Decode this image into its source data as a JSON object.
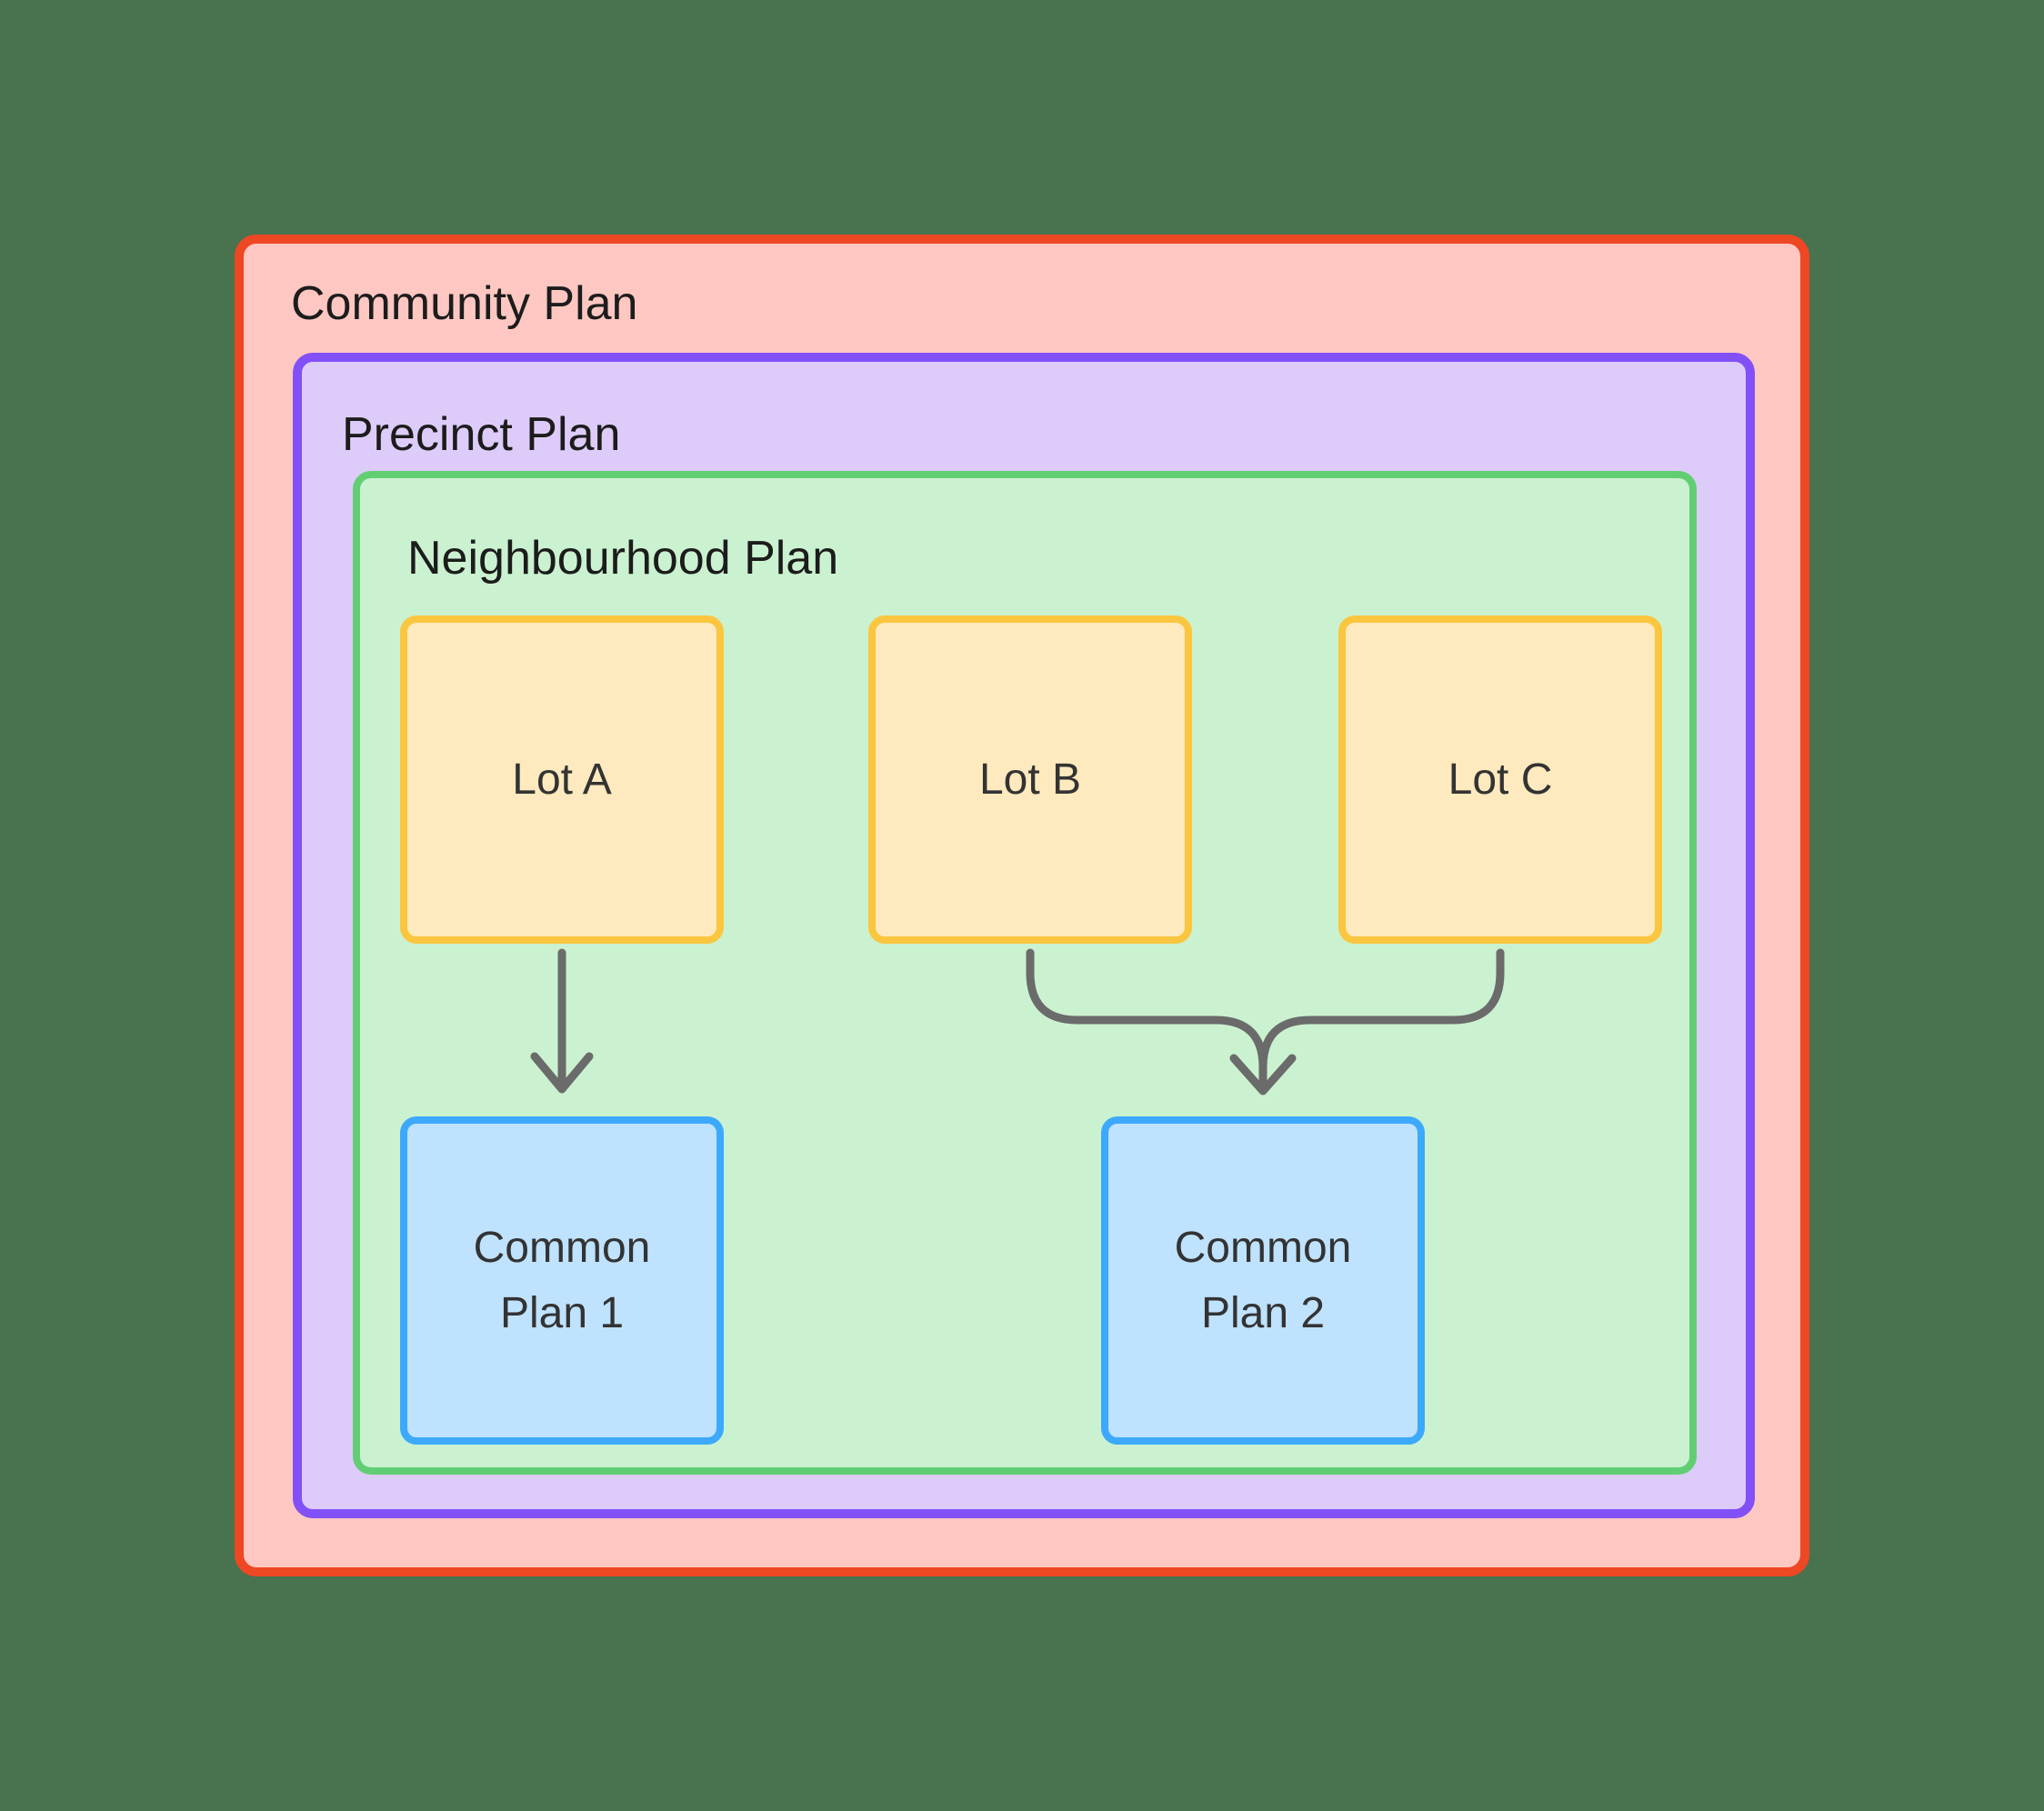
{
  "canvas": {
    "background": "#48734E"
  },
  "containers": {
    "community": {
      "label": "Community Plan",
      "fill": "#FFC7C2",
      "border": "#EE4723"
    },
    "precinct": {
      "label": "Precinct Plan",
      "fill": "#DDCCF9",
      "border": "#8250F7"
    },
    "neighbourhood": {
      "label": "Neighbourhood Plan",
      "fill": "#CBF2D0",
      "border": "#62CE74"
    }
  },
  "nodes": {
    "lot_a": {
      "label": "Lot A",
      "fill": "#FEEABE",
      "border": "#FBC63F"
    },
    "lot_b": {
      "label": "Lot B",
      "fill": "#FEEABE",
      "border": "#FBC63F"
    },
    "lot_c": {
      "label": "Lot C",
      "fill": "#FEEABE",
      "border": "#FBC63F"
    },
    "common_plan_1": {
      "label": "Common Plan 1",
      "fill": "#BFE2FF",
      "border": "#3DA9FC"
    },
    "common_plan_2": {
      "label": "Common Plan 2",
      "fill": "#BFE2FF",
      "border": "#3DA9FC"
    }
  },
  "edges": {
    "color": "#6B6B6B",
    "list": [
      {
        "from": "Lot A",
        "to": "Common Plan 1",
        "style": "straight-arrow"
      },
      {
        "from": "Lot B",
        "to": "Common Plan 2",
        "style": "curved-merge-arrow"
      },
      {
        "from": "Lot C",
        "to": "Common Plan 2",
        "style": "curved-merge-arrow"
      }
    ]
  }
}
